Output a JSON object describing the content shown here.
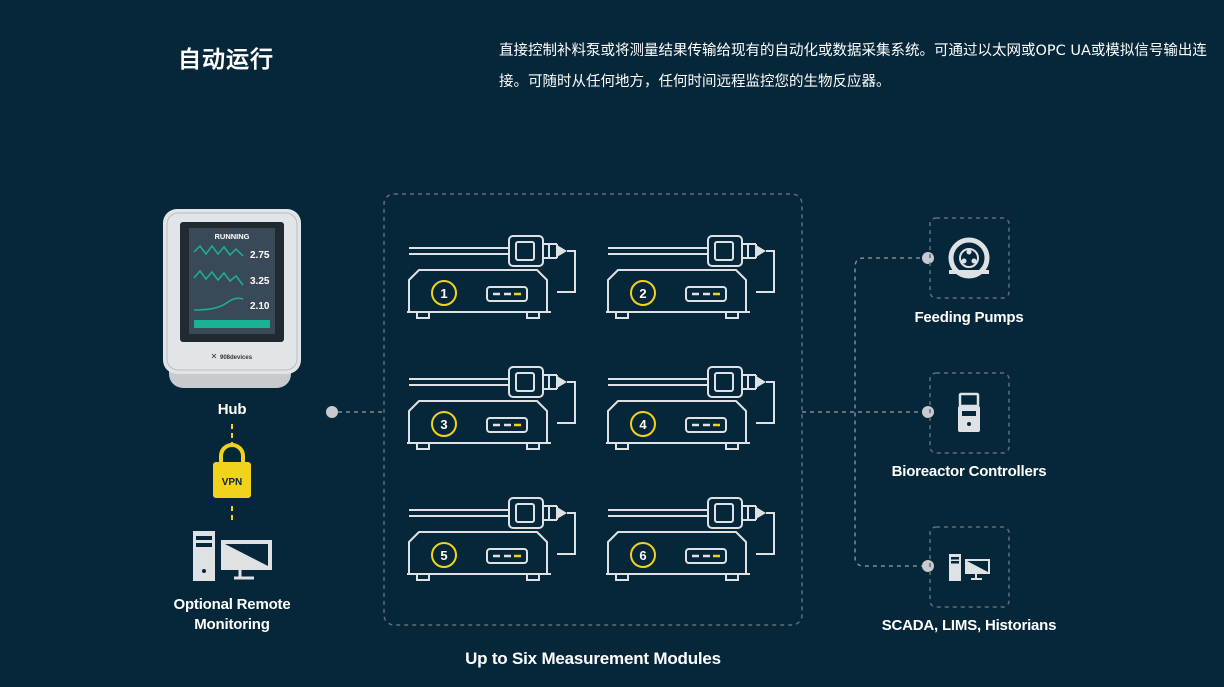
{
  "header": {
    "title": "自动运行",
    "description": "直接控制补料泵或将测量结果传输给现有的自动化或数据采集系统。可通过以太网或OPC UA或模拟信号输出连接。可随时从任何地方，任何时间远程监控您的生物反应器。"
  },
  "hub": {
    "label": "Hub",
    "screen_status": "RUNNING",
    "readings": [
      "2.75",
      "3.25",
      "2.10"
    ],
    "brand": "908devices"
  },
  "vpn": {
    "label": "VPN"
  },
  "remote": {
    "label_line1": "Optional Remote",
    "label_line2": "Monitoring"
  },
  "modules": {
    "caption": "Up to Six Measurement Modules",
    "items": [
      "1",
      "2",
      "3",
      "4",
      "5",
      "6"
    ]
  },
  "outputs": [
    {
      "label": "Feeding Pumps",
      "icon": "pump-icon"
    },
    {
      "label": "Bioreactor Controllers",
      "icon": "controller-icon"
    },
    {
      "label": "SCADA, LIMS, Historians",
      "icon": "computer-icon"
    }
  ],
  "colors": {
    "background": "#06263a",
    "accent_teal": "#19b393",
    "accent_yellow": "#f2d31b",
    "line_gray": "#9aa6ae",
    "device_light": "#dfe2e4"
  }
}
